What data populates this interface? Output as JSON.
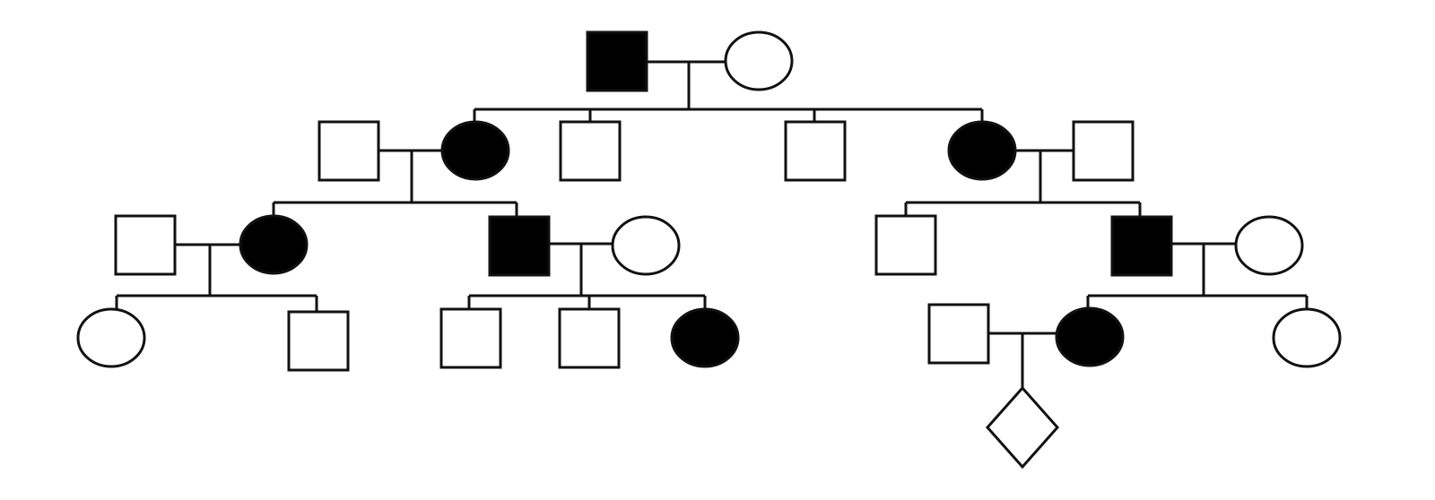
{
  "colors": {
    "affected": "#000000",
    "unaffected": "#ffffff",
    "line": "#111111"
  },
  "individuals": [
    {
      "id": "I-1",
      "sex": "male",
      "affected": true
    },
    {
      "id": "I-2",
      "sex": "female",
      "affected": false
    },
    {
      "id": "II-1",
      "sex": "male",
      "affected": false
    },
    {
      "id": "II-2",
      "sex": "female",
      "affected": true
    },
    {
      "id": "II-3",
      "sex": "male",
      "affected": false
    },
    {
      "id": "II-4",
      "sex": "male",
      "affected": false
    },
    {
      "id": "II-5",
      "sex": "female",
      "affected": true
    },
    {
      "id": "II-6",
      "sex": "male",
      "affected": false
    },
    {
      "id": "III-1",
      "sex": "male",
      "affected": false
    },
    {
      "id": "III-2",
      "sex": "female",
      "affected": true
    },
    {
      "id": "III-3",
      "sex": "male",
      "affected": true
    },
    {
      "id": "III-4",
      "sex": "female",
      "affected": false
    },
    {
      "id": "III-5",
      "sex": "male",
      "affected": false
    },
    {
      "id": "III-6",
      "sex": "male",
      "affected": true
    },
    {
      "id": "III-7",
      "sex": "female",
      "affected": false
    },
    {
      "id": "IV-1",
      "sex": "female",
      "affected": false
    },
    {
      "id": "IV-2",
      "sex": "male",
      "affected": false
    },
    {
      "id": "IV-3",
      "sex": "male",
      "affected": false
    },
    {
      "id": "IV-4",
      "sex": "male",
      "affected": false
    },
    {
      "id": "IV-5",
      "sex": "female",
      "affected": true
    },
    {
      "id": "IV-6",
      "sex": "male",
      "affected": false
    },
    {
      "id": "IV-7",
      "sex": "female",
      "affected": true
    },
    {
      "id": "IV-8",
      "sex": "female",
      "affected": false
    },
    {
      "id": "V-1",
      "sex": "unknown",
      "affected": false
    }
  ]
}
